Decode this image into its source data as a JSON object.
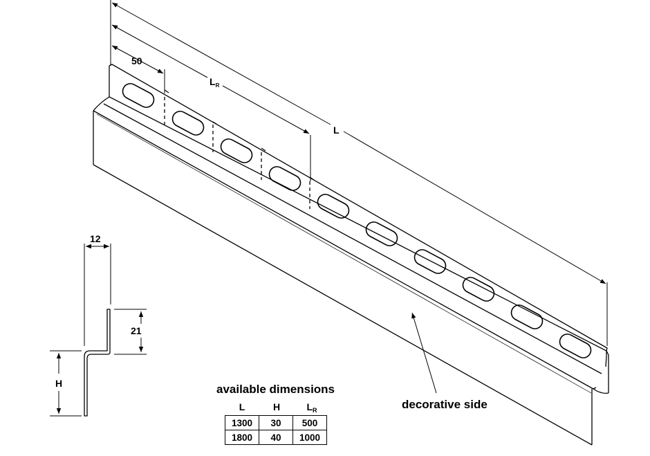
{
  "dimensions": {
    "top_width": "50",
    "module_length": "L",
    "module_length_sub": "R",
    "total_length": "L",
    "flange_width": "12",
    "flange_height": "21",
    "profile_height": "H"
  },
  "labels": {
    "decorative_side": "decorative side"
  },
  "table": {
    "title": "available dimensions",
    "headers": [
      "L",
      "H",
      "L"
    ],
    "header_sub": "R",
    "rows": [
      [
        "1300",
        "30",
        "500"
      ],
      [
        "1800",
        "40",
        "1000"
      ]
    ]
  }
}
